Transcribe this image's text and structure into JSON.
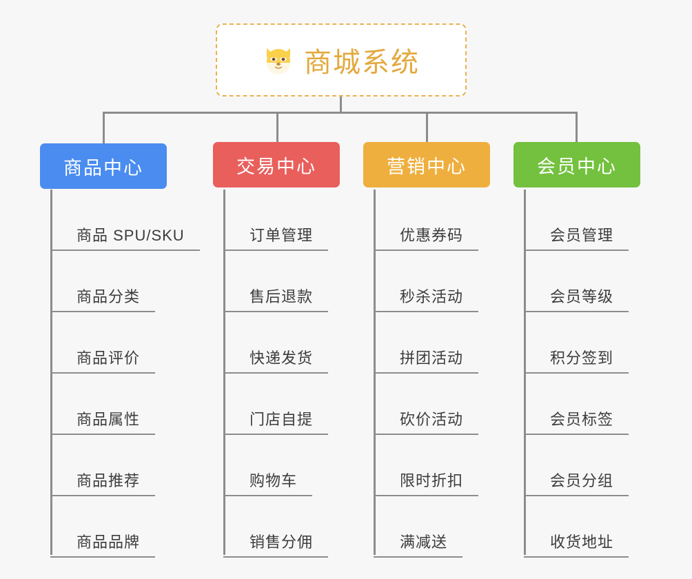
{
  "root": {
    "icon": "dog-face-icon",
    "title": "商城系统",
    "title_color": "#e2a93e",
    "border_color": "#eab150"
  },
  "connector_color": "#8c8c8c",
  "background_color": "#f7f7f7",
  "branches": [
    {
      "id": "product-center",
      "label": "商品中心",
      "color": "#4a8cf0",
      "items": [
        "商品 SPU/SKU",
        "商品分类",
        "商品评价",
        "商品属性",
        "商品推荐",
        "商品品牌"
      ]
    },
    {
      "id": "trade-center",
      "label": "交易中心",
      "color": "#e95f5c",
      "items": [
        "订单管理",
        "售后退款",
        "快递发货",
        "门店自提",
        "购物车",
        "销售分佣"
      ]
    },
    {
      "id": "marketing-center",
      "label": "营销中心",
      "color": "#eeaf3f",
      "items": [
        "优惠券码",
        "秒杀活动",
        "拼团活动",
        "砍价活动",
        "限时折扣",
        "满减送"
      ]
    },
    {
      "id": "member-center",
      "label": "会员中心",
      "color": "#73c13e",
      "items": [
        "会员管理",
        "会员等级",
        "积分签到",
        "会员标签",
        "会员分组",
        "收货地址"
      ]
    }
  ]
}
